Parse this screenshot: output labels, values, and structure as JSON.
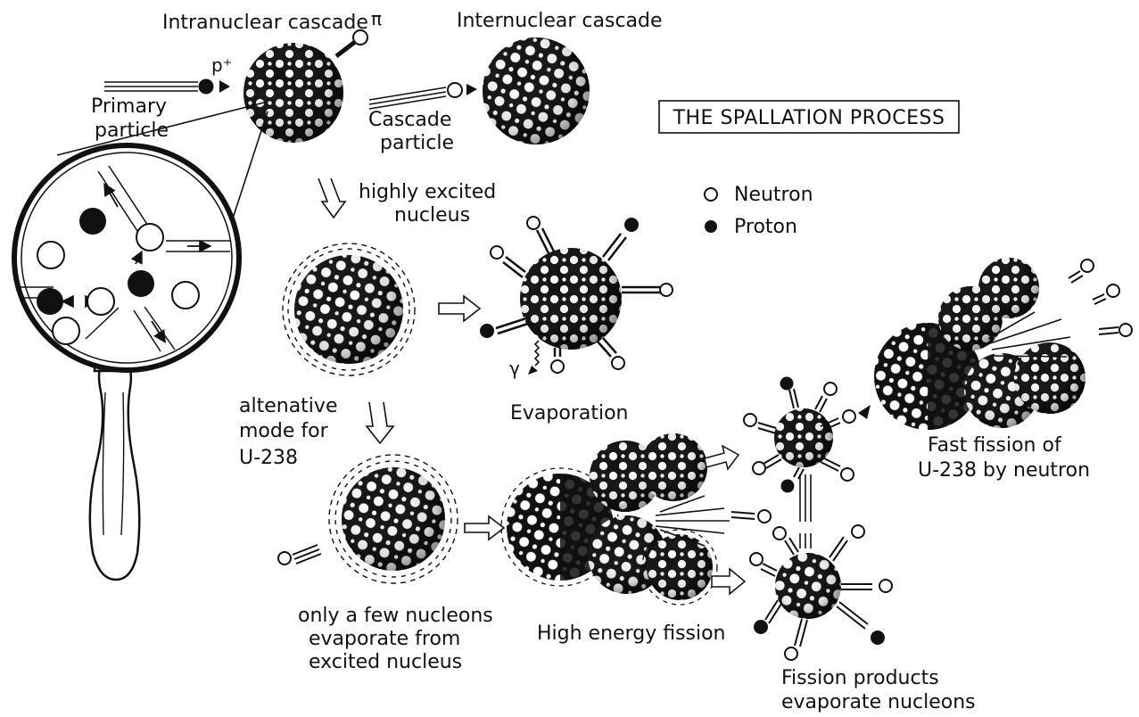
{
  "title": "THE SPALLATION PROCESS",
  "legend": [
    {
      "label": "Neutron",
      "marker": "open-circle"
    },
    {
      "label": "Proton",
      "marker": "filled-circle"
    }
  ],
  "labels": {
    "intranuclear": "Intranuclear cascade",
    "internuclear": "Internuclear cascade",
    "primary_1": "Primary",
    "primary_2": "particle",
    "p_plus": "p⁺",
    "pi": "π",
    "cascade_1": "Cascade",
    "cascade_2": "particle",
    "excited_1": "highly excited",
    "excited_2": "nucleus",
    "gamma": "γ",
    "evaporation": "Evaporation",
    "alt_1": "altenative",
    "alt_2": "mode for",
    "alt_3": "U-238",
    "few_1": "only a few nucleons",
    "few_2": "evaporate from",
    "few_3": "excited nucleus",
    "hef": "High energy fission",
    "fast_1": "Fast fission of",
    "fast_2": "U-238 by neutron",
    "fp_1": "Fission products",
    "fp_2": "evaporate nucleons"
  },
  "colors": {
    "ink": "#111111",
    "paper": "#ffffff"
  }
}
